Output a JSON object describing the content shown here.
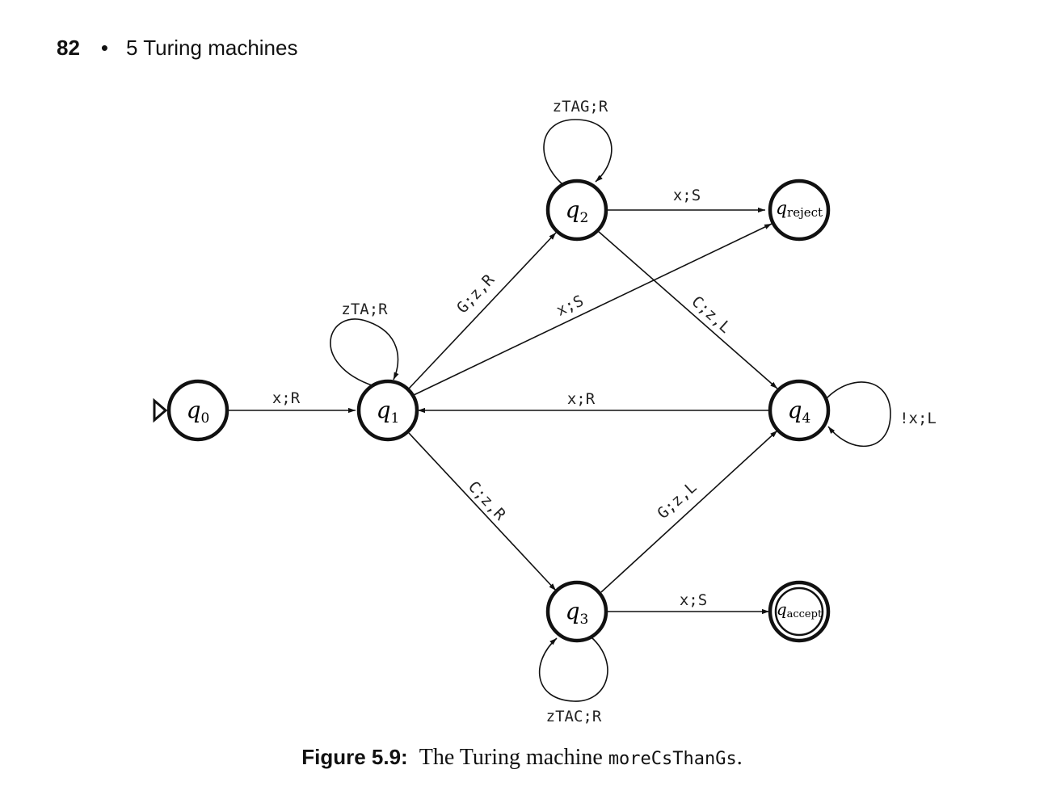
{
  "header": {
    "page_number": "82",
    "separator": "•",
    "chapter": "5 Turing machines"
  },
  "states": {
    "q0": {
      "name": "q",
      "sub": "0"
    },
    "q1": {
      "name": "q",
      "sub": "1"
    },
    "q2": {
      "name": "q",
      "sub": "2"
    },
    "q3": {
      "name": "q",
      "sub": "3"
    },
    "q4": {
      "name": "q",
      "sub": "4"
    },
    "reject": {
      "name": "q",
      "sub": "reject"
    },
    "accept": {
      "name": "q",
      "sub": "accept"
    }
  },
  "transitions": {
    "q0_q1": "x;R",
    "q1_loop": "zTA;R",
    "q1_q2": "G;z,R",
    "q1_reject": "x;S",
    "q1_q3": "C;z,R",
    "q2_loop": "zTAG;R",
    "q2_reject": "x;S",
    "q2_q4": "C;z,L",
    "q4_q1": "x;R",
    "q4_loop": "!x;L",
    "q3_q4": "G;z,L",
    "q3_accept": "x;S",
    "q3_loop": "zTAC;R"
  },
  "caption": {
    "label": "Figure 5.9:",
    "text": "The Turing machine",
    "code": "moreCsThanGs",
    "end": "."
  }
}
